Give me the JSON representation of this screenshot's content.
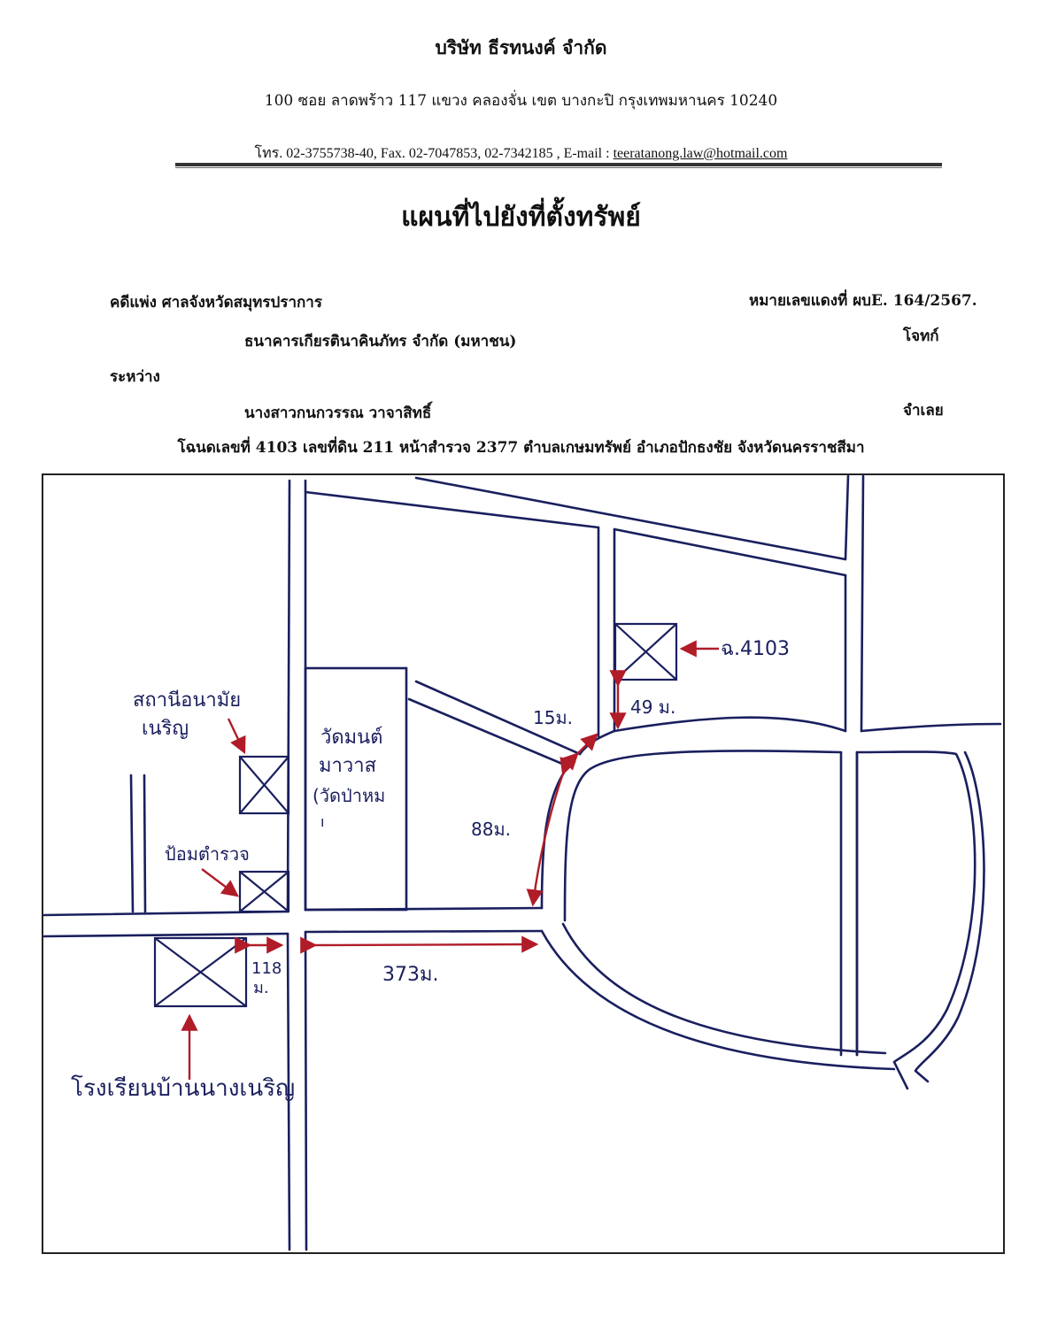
{
  "header": {
    "company": "บริษัท  ธีรทนงค์ จำกัด",
    "address": "100  ซอย ลาดพร้าว 117   แขวง คลองจั่น   เขต บางกะปิ   กรุงเทพมหานคร  10240",
    "contact_prefix": "โทร. 02-3755738-40, Fax.  02-7047853, 02-7342185 , E-mail : ",
    "email": "teeratanong.law@hotmail.com"
  },
  "document": {
    "title": "แผนที่ไปยังที่ตั้งทรัพย์",
    "case_label": "คดีแพ่ง  ศาลจังหวัดสมุทรปราการ",
    "case_number": "หมายเลขแดงที่ ผบE. 164/2567.",
    "plaintiff": "ธนาคารเกียรตินาคินภัทร  จำกัด (มหาชน)",
    "plaintiff_role": "โจทก์",
    "between": "ระหว่าง",
    "defendant": "นางสาวกนกวรรณ  วาจาสิทธิ์",
    "defendant_role": "จำเลย",
    "deed_line": "โฉนดเลขที่  4103   เลขที่ดิน  211  หน้าสำรวจ  2377   ตำบลเกษมทรัพย์   อำเภอปักธงชัย   จังหวัดนครราชสีมา"
  },
  "map": {
    "colors": {
      "road": "#1a1f5e",
      "arrow": "#b01c28",
      "frame": "#222222"
    },
    "landmarks": {
      "property": "ฉ.4103",
      "health_station": [
        "สถานีอนามัย",
        "เนริญ"
      ],
      "police_box": "ป้อมตำรวจ",
      "temple": [
        "วัดมนต์",
        "มาวาส",
        "(วัดป่าหม",
        "ı"
      ],
      "school": "โรงเรียนบ้านนางเนริญ"
    },
    "distances": {
      "d15": "15ม.",
      "d49": "49 ม.",
      "d88": "88ม.",
      "d118": [
        "118",
        "ม."
      ],
      "d373": "373ม."
    }
  }
}
